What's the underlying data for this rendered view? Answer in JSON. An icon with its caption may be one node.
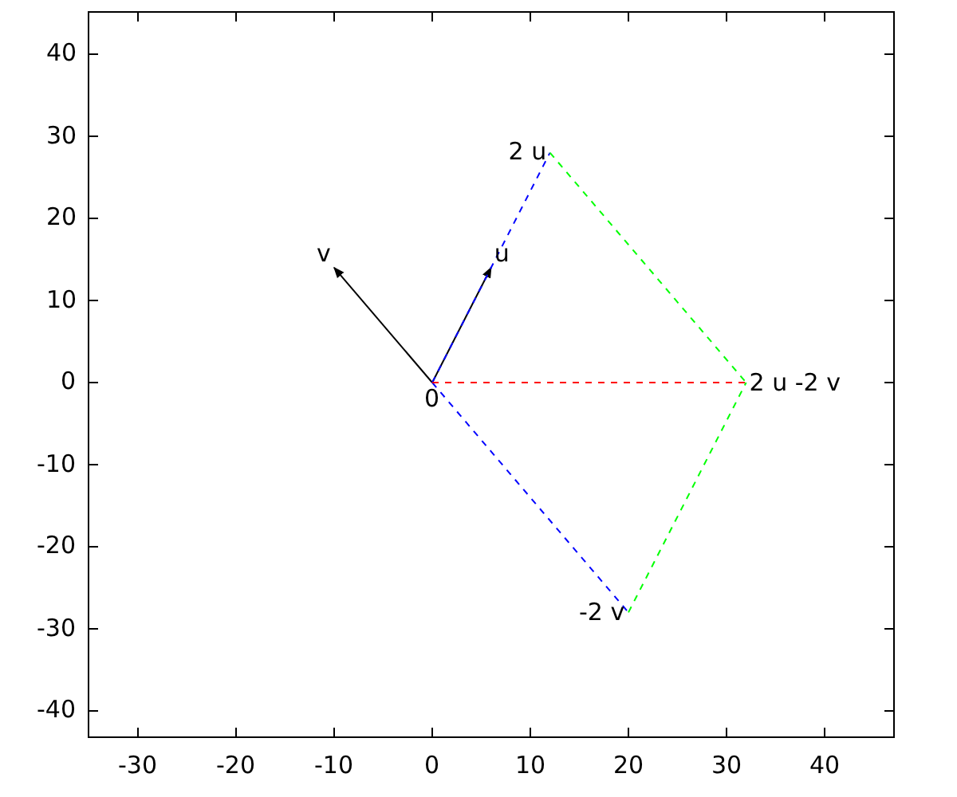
{
  "diagram": {
    "nodes": [
      {
        "text": [
          "2 u"
        ]
      },
      {
        "text": [
          "v"
        ]
      },
      {
        "text": [
          "u"
        ]
      },
      {
        "text": [
          "2 u -2 v"
        ]
      },
      {
        "text": [
          "0"
        ]
      },
      {
        "text": [
          "-2 v"
        ]
      }
    ],
    "edges": [
      {
        "from": 4,
        "to": 1,
        "arrow": "to"
      },
      {
        "from": 4,
        "to": 2,
        "arrow": "to"
      },
      {
        "from": 4,
        "to": 0,
        "arrow": "none",
        "style": "dashed",
        "color": "#0000ff"
      },
      {
        "from": 4,
        "to": 5,
        "arrow": "none",
        "style": "dashed",
        "color": "#0000ff"
      },
      {
        "from": 0,
        "to": 3,
        "arrow": "none",
        "style": "dashed",
        "color": "#00ff00"
      },
      {
        "from": 5,
        "to": 3,
        "arrow": "none",
        "style": "dashed",
        "color": "#00ff00"
      },
      {
        "from": 4,
        "to": 3,
        "arrow": "none",
        "style": "dashed",
        "color": "#ff0000"
      }
    ],
    "labels": [
      "40",
      "30",
      "20",
      "10",
      "0",
      "-10",
      "-20",
      "-30",
      "-40",
      "-30",
      "-20",
      "-10",
      "0",
      "10",
      "20",
      "30",
      "40"
    ]
  }
}
